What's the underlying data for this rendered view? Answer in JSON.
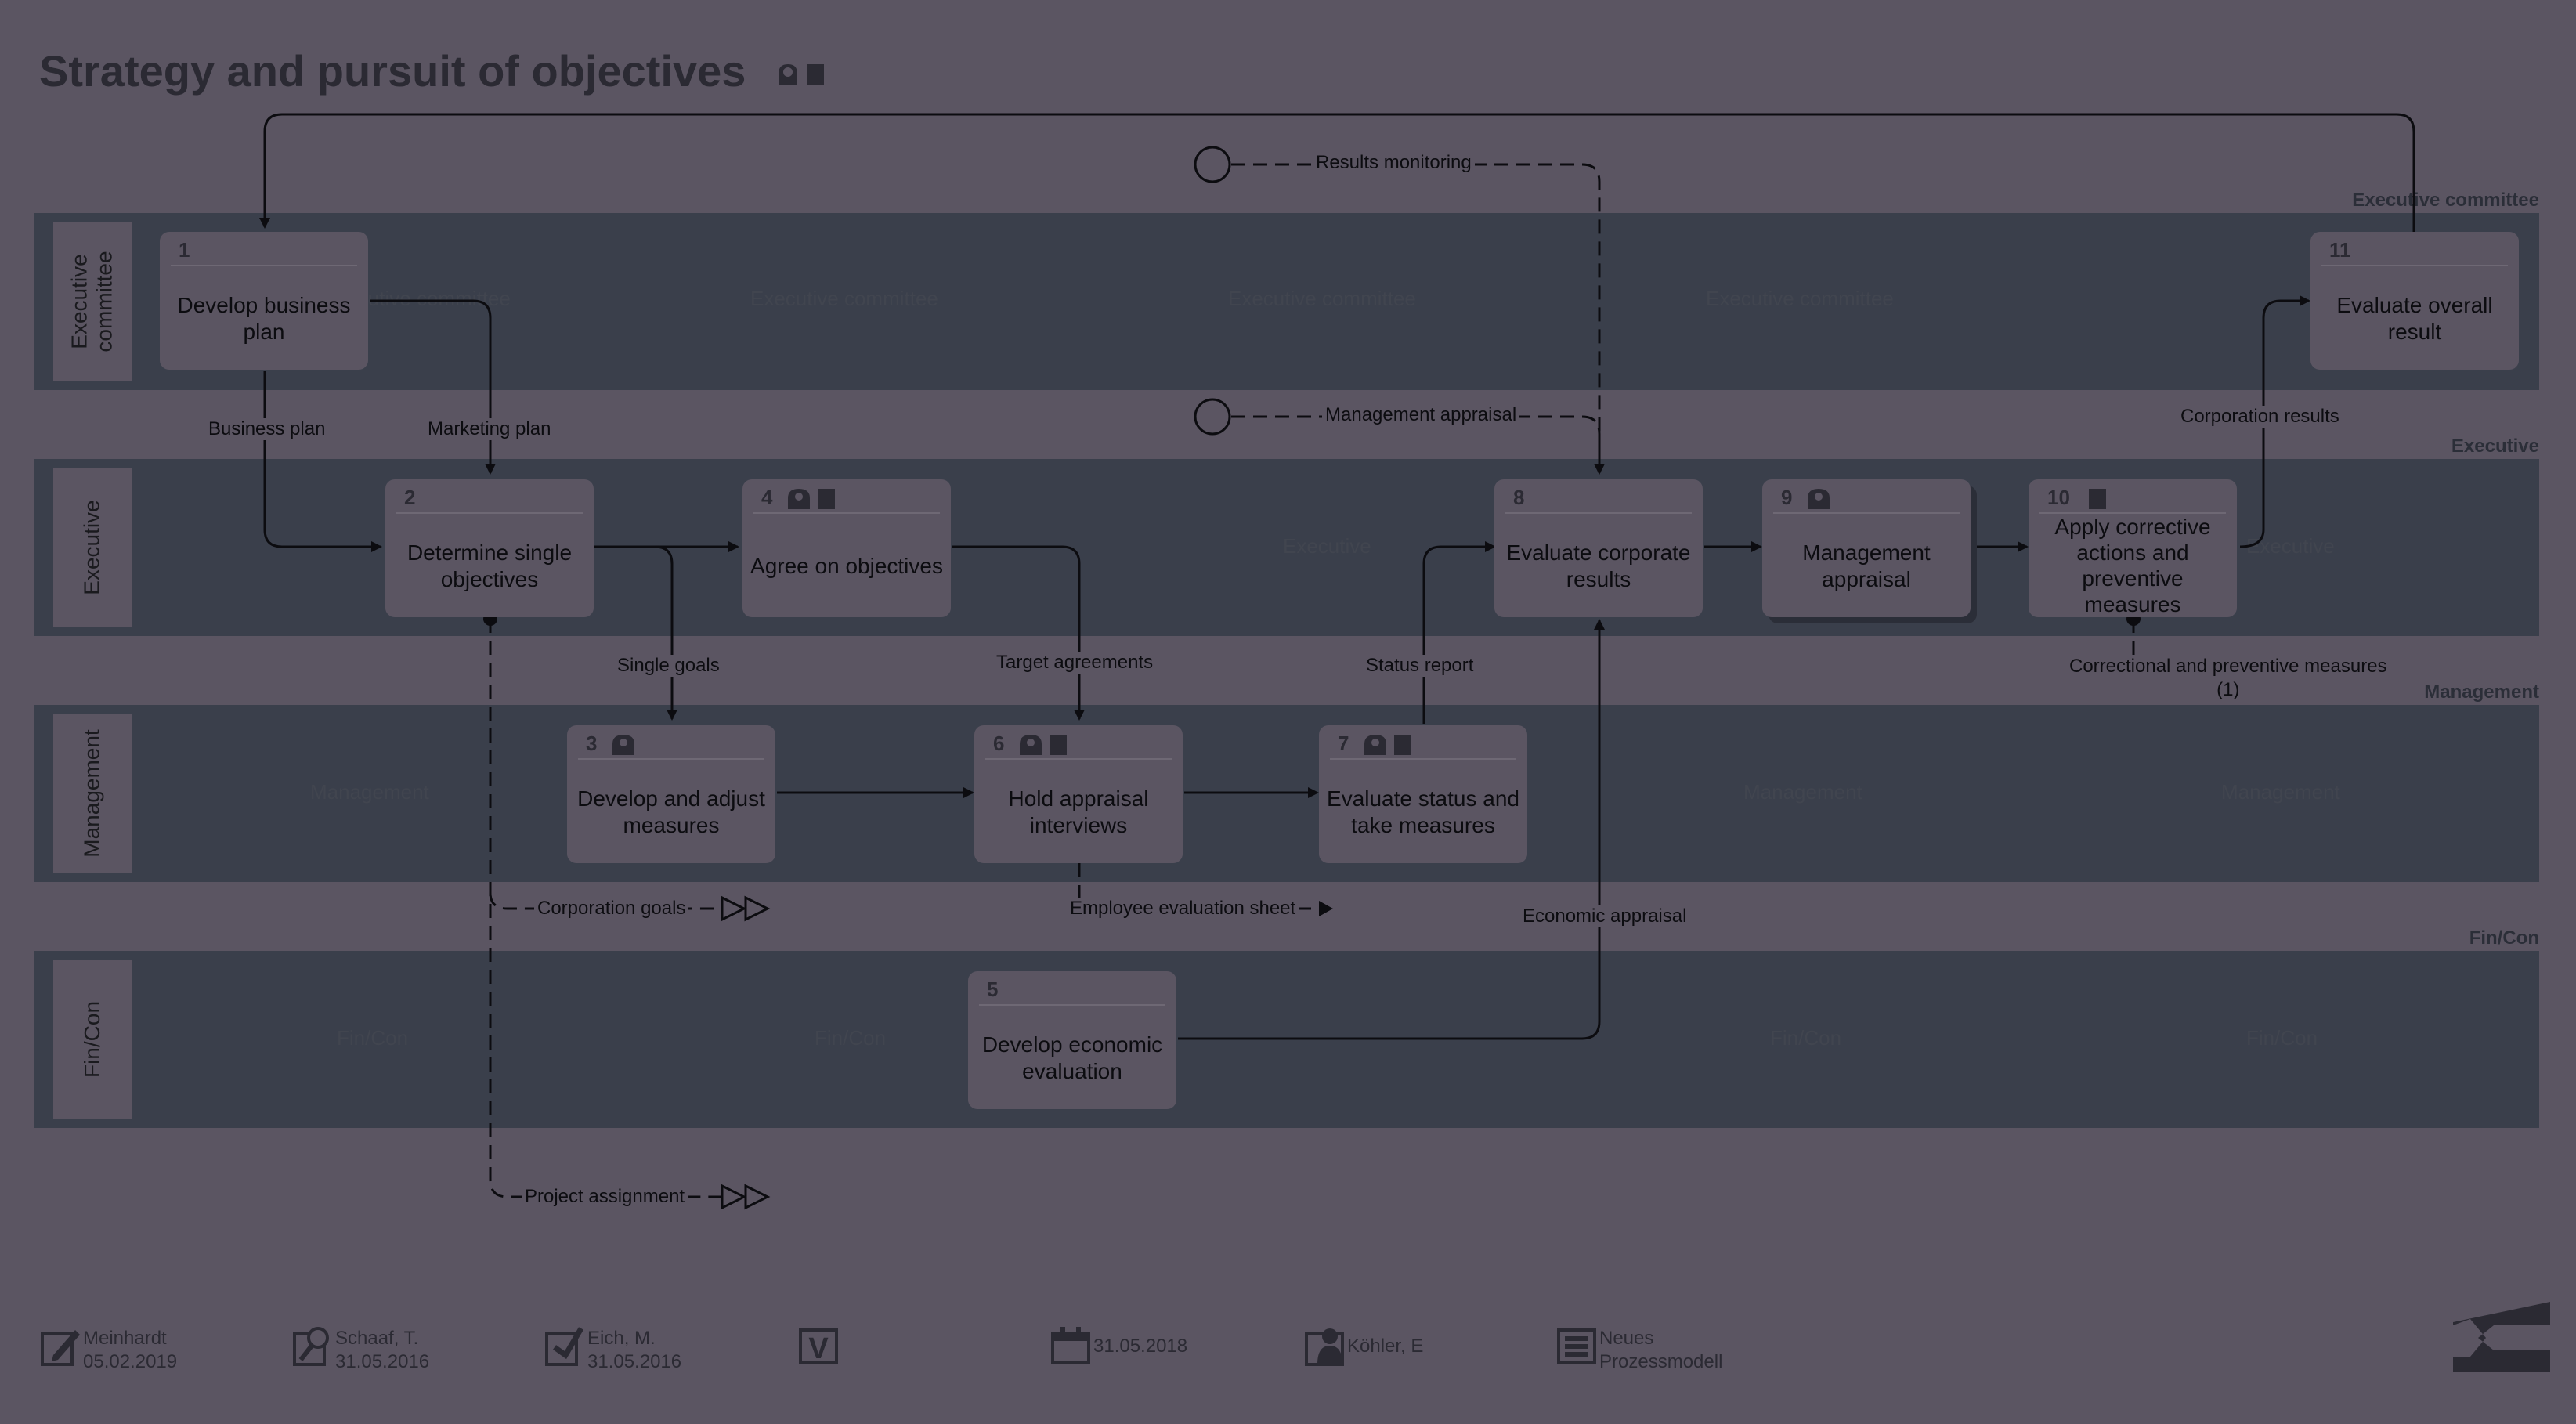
{
  "title": "Strategy and pursuit of objectives",
  "lanes": [
    {
      "label": "Executive committee",
      "tag": "Executive committee",
      "ghost": "Executive committee"
    },
    {
      "label": "Executive",
      "tag": "Executive",
      "ghost": "Executive"
    },
    {
      "label": "Management",
      "tag": "Management",
      "ghost": "Management"
    },
    {
      "label": "Fin/Con",
      "tag": "Fin/Con",
      "ghost": "Fin/Con"
    }
  ],
  "steps": [
    {
      "num": "1",
      "text": "Develop business plan"
    },
    {
      "num": "2",
      "text": "Determine single objectives"
    },
    {
      "num": "3",
      "text": "Develop and adjust measures"
    },
    {
      "num": "4",
      "text": "Agree on objectives"
    },
    {
      "num": "5",
      "text": "Develop economic evaluation"
    },
    {
      "num": "6",
      "text": "Hold appraisal interviews"
    },
    {
      "num": "7",
      "text": "Evaluate status and take measures"
    },
    {
      "num": "8",
      "text": "Evaluate corporate results"
    },
    {
      "num": "9",
      "text": "Management appraisal"
    },
    {
      "num": "10",
      "text": "Apply corrective actions and preventive measures"
    },
    {
      "num": "11",
      "text": "Evaluate overall result"
    }
  ],
  "flows": {
    "results_monitoring": "Results monitoring",
    "management_appraisal": "Management appraisal",
    "business_plan": "Business plan",
    "marketing_plan": "Marketing plan",
    "corporation_results": "Corporation results",
    "single_goals": "Single goals",
    "target_agreements": "Target agreements",
    "status_report": "Status report",
    "corrective_measures": "Correctional and preventive measures",
    "corrective_measures_count": "(1)",
    "corporation_goals": "Corporation goals",
    "employee_evaluation_sheet": "Employee evaluation sheet",
    "economic_appraisal": "Economic appraisal",
    "project_assignment": "Project assignment"
  },
  "footer": {
    "author_name": "Meinhardt",
    "author_date": "05.02.2019",
    "reviewer_name": "Schaaf, T.",
    "reviewer_date": "31.05.2016",
    "approver_name": "Eich, M.",
    "approver_date": "31.05.2016",
    "version_glyph": "V",
    "valid_date": "31.05.2018",
    "owner": "Köhler, E",
    "model_line1": "Neues",
    "model_line2": "Prozessmodell"
  },
  "colors": {
    "background": "#5b5562",
    "lane": "#3a3f4b",
    "line": "#0c0c10"
  }
}
